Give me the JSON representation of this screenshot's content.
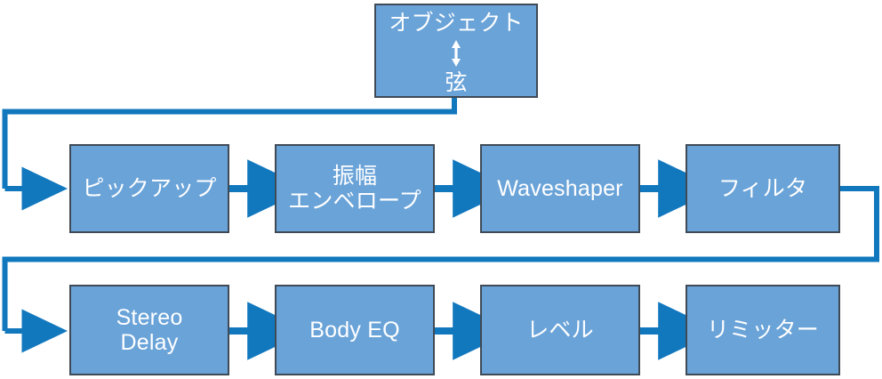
{
  "diagram": {
    "type": "signal-flow",
    "title_present": false,
    "colors": {
      "node_fill": "#6aa3d8",
      "node_border": "#3f4a56",
      "node_text": "#ffffff",
      "connector": "#1278be",
      "background": "#ffffff"
    },
    "source_node": {
      "id": "object-string",
      "top_label": "オブジェクト",
      "bottom_label": "弦",
      "inner_icon": "double-headed-vertical-arrow-icon"
    },
    "row1": [
      {
        "id": "pickup",
        "lines": [
          "ピックアップ"
        ]
      },
      {
        "id": "amplitude-envelope",
        "lines": [
          "振幅",
          "エンベロープ"
        ]
      },
      {
        "id": "waveshaper",
        "lines": [
          "Waveshaper"
        ]
      },
      {
        "id": "filter",
        "lines": [
          "フィルタ"
        ]
      }
    ],
    "row2": [
      {
        "id": "stereo-delay",
        "lines": [
          "Stereo",
          "Delay"
        ]
      },
      {
        "id": "body-eq",
        "lines": [
          "Body EQ"
        ]
      },
      {
        "id": "level",
        "lines": [
          "レベル"
        ]
      },
      {
        "id": "limiter",
        "lines": [
          "リミッター"
        ]
      }
    ]
  }
}
